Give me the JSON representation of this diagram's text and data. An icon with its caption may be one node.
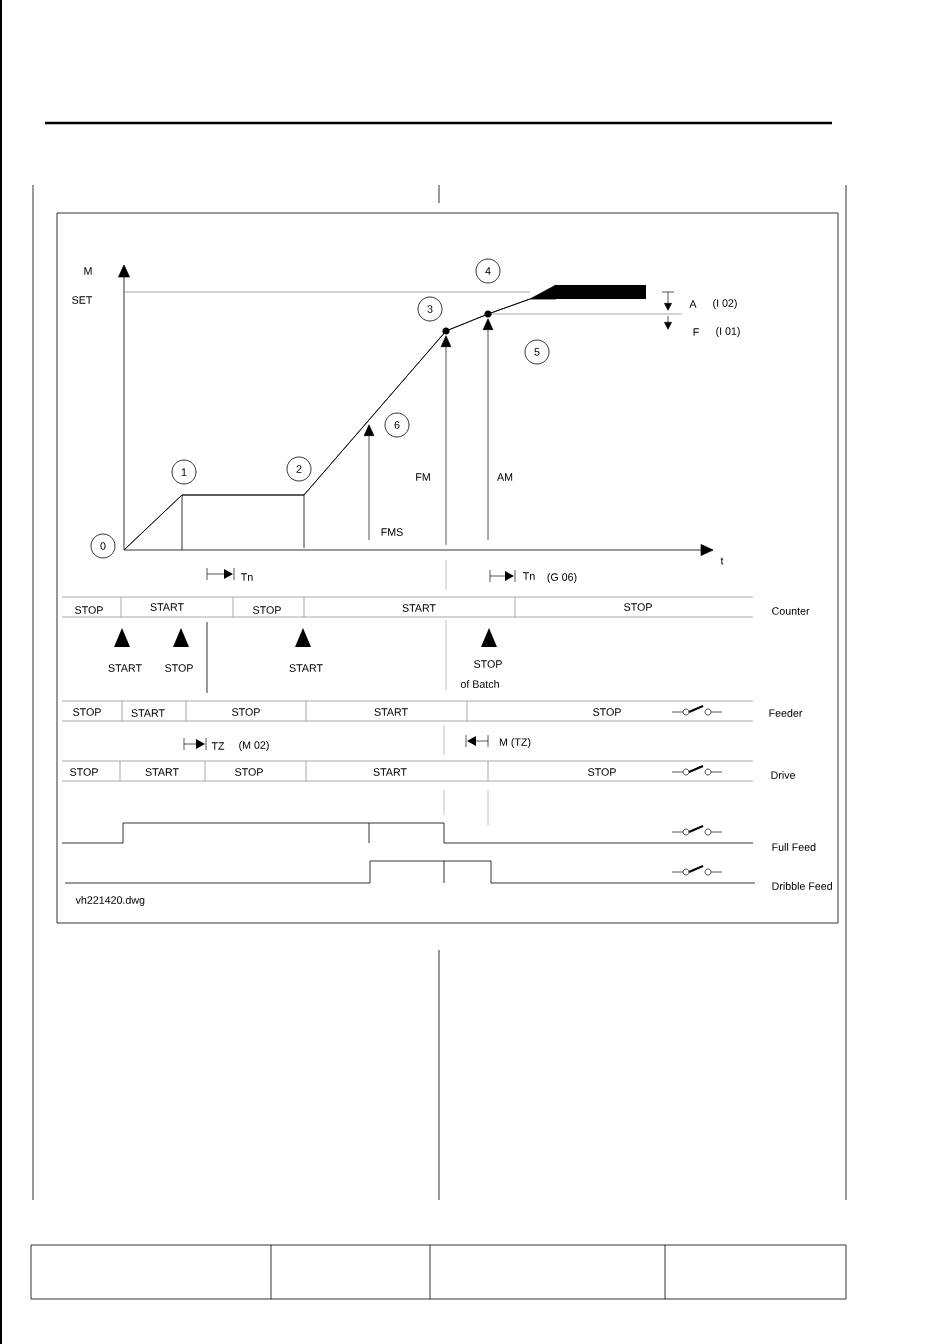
{
  "diagram": {
    "nodes": [
      {
        "text": [
          "0"
        ]
      },
      {
        "text": [
          "1"
        ]
      },
      {
        "text": [
          "2"
        ]
      },
      {
        "text": [
          "3"
        ]
      },
      {
        "text": [
          "4"
        ]
      },
      {
        "text": [
          "5"
        ]
      },
      {
        "text": [
          "6"
        ]
      },
      {
        "text": [],
        "shape": "bar"
      }
    ],
    "labels": [
      "M",
      "SET",
      "A",
      "(I 02)",
      "F",
      "(I 01)",
      "FM",
      "AM",
      "FMS",
      "t",
      "Tn",
      "Tn",
      "(G 06)",
      "STOP",
      "START",
      "STOP",
      "START",
      "STOP",
      "Counter",
      "START",
      "STOP",
      "START",
      "STOP",
      "of  Batch",
      "STOP",
      "START",
      "STOP",
      "START",
      "STOP",
      "Feeder",
      "TZ",
      "(M 02)",
      "M (TZ)",
      "STOP",
      "START",
      "STOP",
      "START",
      "STOP",
      "Drive",
      "Full Feed",
      "Dribble Feed",
      "vh221420.dwg"
    ]
  }
}
